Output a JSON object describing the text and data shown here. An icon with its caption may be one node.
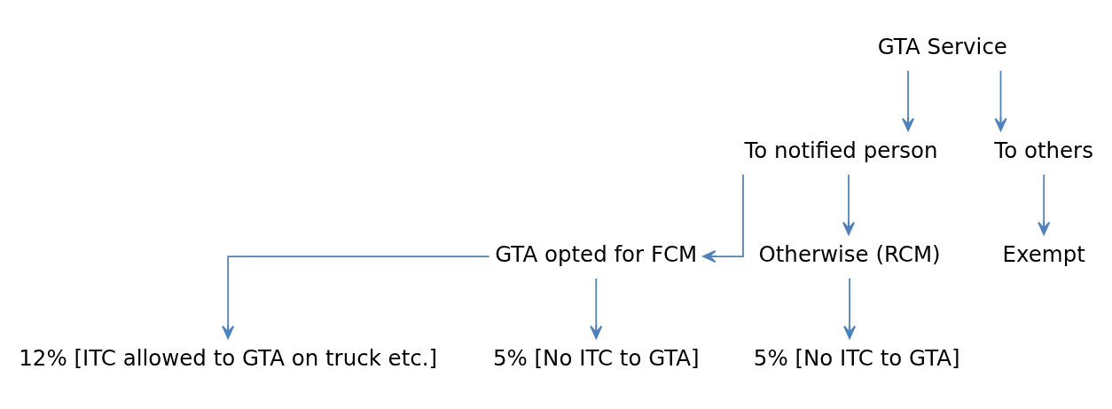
{
  "diagram": {
    "nodes": [
      {
        "text": [
          "GTA Service"
        ]
      },
      {
        "text": [
          "To notified person"
        ]
      },
      {
        "text": [
          "To others"
        ]
      },
      {
        "text": [
          "GTA opted for FCM"
        ]
      },
      {
        "text": [
          "Otherwise (RCM)"
        ]
      },
      {
        "text": [
          "Exempt"
        ]
      },
      {
        "text": [
          "12% [ITC allowed to GTA on truck etc.]"
        ]
      },
      {
        "text": [
          "5% [No ITC to GTA]"
        ]
      },
      {
        "text": [
          "5% [No ITC to GTA]"
        ]
      }
    ],
    "edges": [
      {
        "from": 0,
        "to": 1,
        "arrow": "to"
      },
      {
        "from": 0,
        "to": 2,
        "arrow": "to"
      },
      {
        "from": 1,
        "to": 3,
        "arrow": "to"
      },
      {
        "from": 1,
        "to": 4,
        "arrow": "to"
      },
      {
        "from": 2,
        "to": 5,
        "arrow": "to"
      },
      {
        "from": 3,
        "to": 6,
        "arrow": "to"
      },
      {
        "from": 3,
        "to": 7,
        "arrow": "to"
      },
      {
        "from": 4,
        "to": 8,
        "arrow": "to"
      }
    ]
  }
}
